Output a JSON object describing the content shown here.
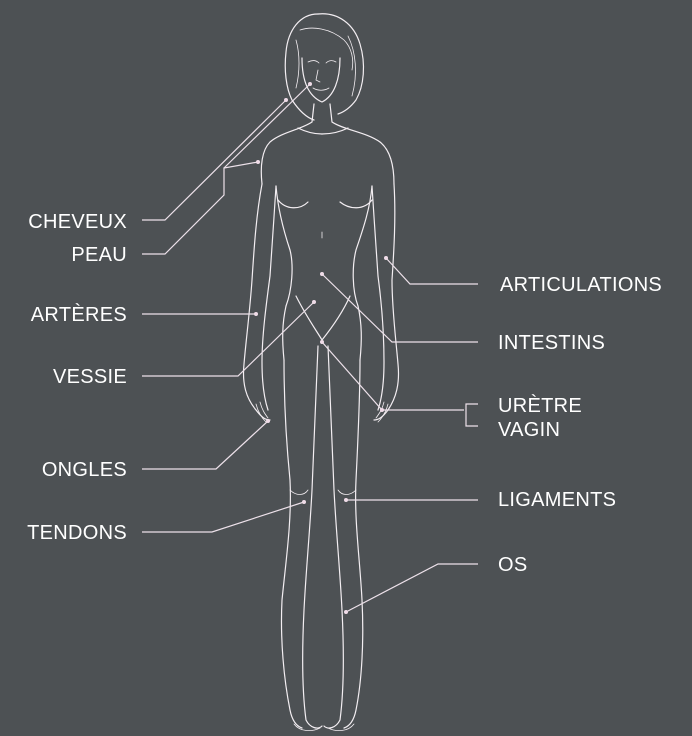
{
  "colors": {
    "background": "#4d5154",
    "outline": "#f3eef2",
    "leader": "#ede1ea",
    "text": "#ffffff"
  },
  "labels": {
    "cheveux": "CHEVEUX",
    "peau": "PEAU",
    "arteres": "ARTÈRES",
    "vessie": "VESSIE",
    "ongles": "ONGLES",
    "tendons": "TENDONS",
    "articulations": "ARTICULATIONS",
    "intestins": "INTESTINS",
    "uretre": "URÈTRE",
    "vagin": "VAGIN",
    "ligaments": "LIGAMENTS",
    "os": "OS"
  }
}
